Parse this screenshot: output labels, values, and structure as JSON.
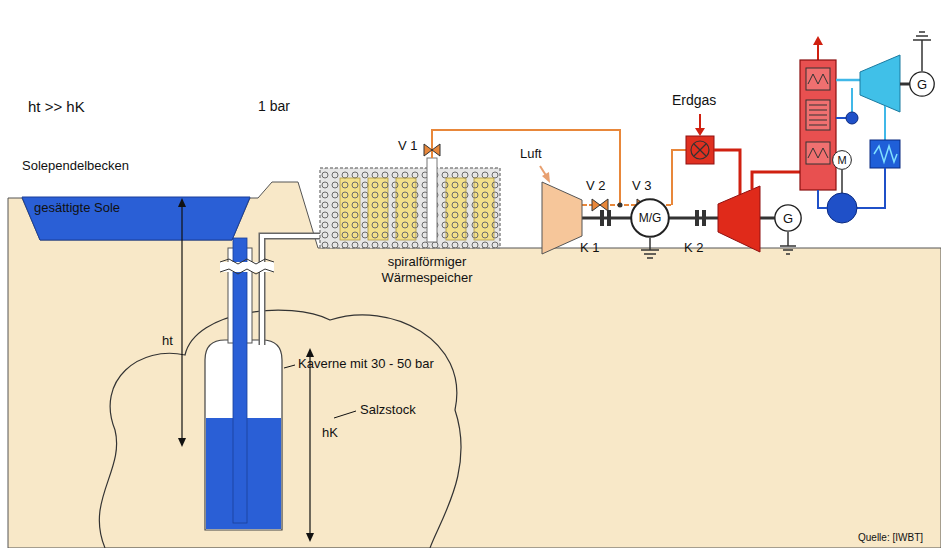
{
  "diagram": {
    "nodes": [
      {
        "text": [
          "M/G"
        ]
      },
      {
        "text": [
          "G"
        ]
      },
      {
        "text": [
          "G"
        ]
      },
      {
        "text": [
          "M"
        ]
      }
    ],
    "labels": [
      "ht >> hK",
      "1 bar",
      "Solependelbecken",
      "gesättigte Sole",
      "ht",
      "Kaverne mit 30 - 50 bar",
      "hK",
      "Salzstock",
      "spiralförmiger Wärmespeicher",
      "V 1",
      "Luft",
      "V 2",
      "V 3",
      "Erdgas",
      "K 1",
      "K 2",
      "Quelle: [IWBT]"
    ]
  }
}
